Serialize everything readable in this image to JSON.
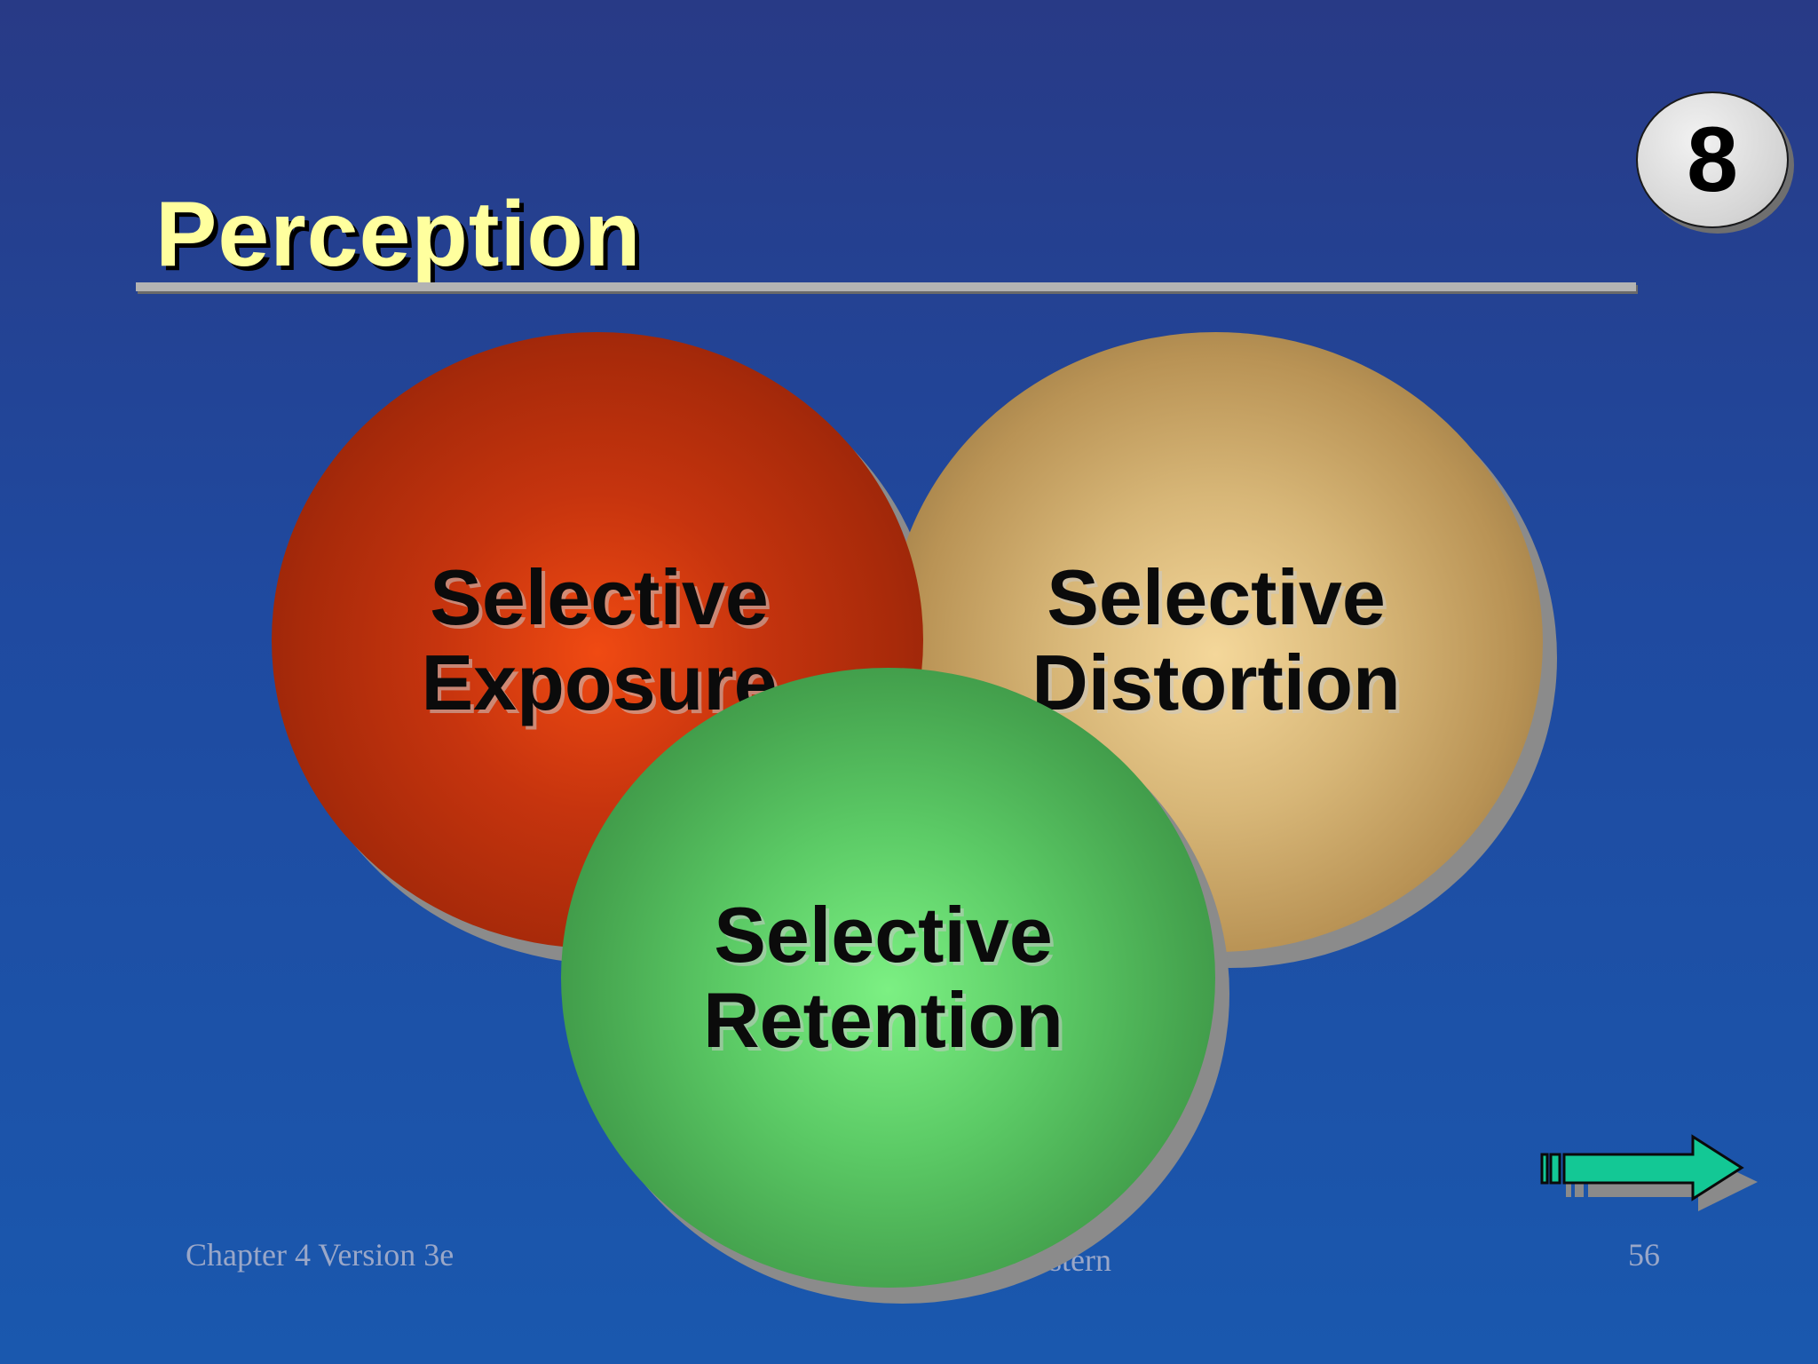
{
  "slide": {
    "title": "Perception",
    "badge_number": "8",
    "circles": [
      {
        "line1": "Selective",
        "line2": "Exposure",
        "color": "#c6340e"
      },
      {
        "line1": "Selective",
        "line2": "Distortion",
        "color": "#d7b677"
      },
      {
        "line1": "Selective",
        "line2": "Retention",
        "color": "#5ccb66"
      }
    ],
    "footer": {
      "left": "Chapter 4 Version 3e",
      "center": "estern",
      "right": "56"
    },
    "nav": {
      "next_icon": "next-arrow-icon"
    },
    "colors": {
      "background": "#1f4aa0",
      "title": "#ffff9e",
      "arrow": "#10c890"
    }
  }
}
